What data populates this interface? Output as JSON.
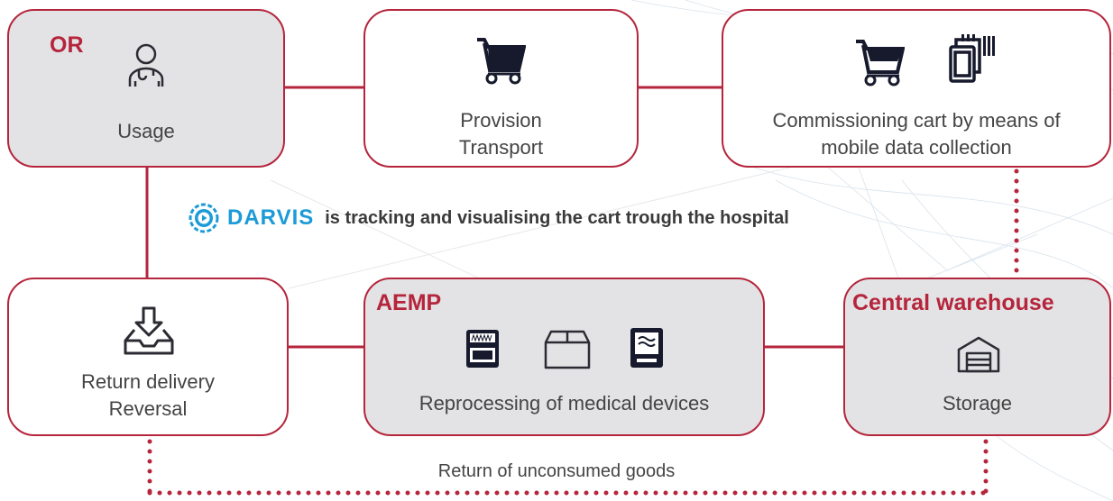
{
  "nodes": {
    "or": {
      "title": "OR",
      "label": "Usage"
    },
    "provision": {
      "label_line1": "Provision",
      "label_line2": "Transport"
    },
    "commissioning": {
      "label_line1": "Commissioning cart by means of",
      "label_line2": "mobile data collection"
    },
    "return": {
      "label_line1": "Return delivery",
      "label_line2": "Reversal"
    },
    "aemp": {
      "title": "AEMP",
      "label": "Reprocessing of medical devices"
    },
    "warehouse": {
      "title": "Central warehouse",
      "label": "Storage"
    }
  },
  "tracking": {
    "brand": "DARVIS",
    "text": "is tracking and visualising the cart trough the hospital"
  },
  "return_loop": {
    "label": "Return of unconsumed goods"
  },
  "colors": {
    "accent": "#b5253c",
    "brand": "#1b9bd7",
    "box_fill_grey": "#e3e3e5"
  }
}
